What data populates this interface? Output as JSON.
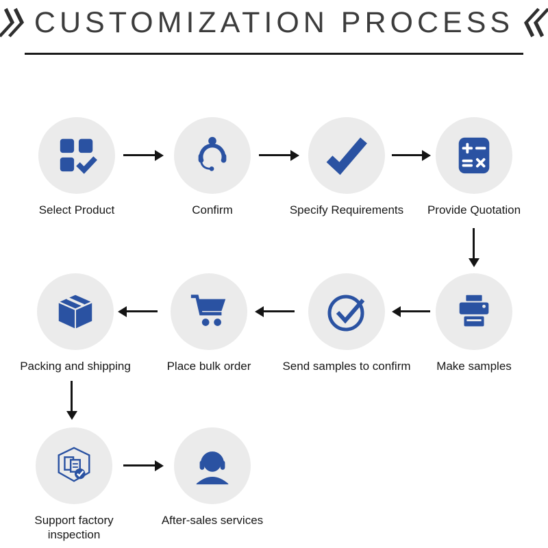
{
  "title": {
    "text": "CUSTOMIZATION PROCESS",
    "left_mark_icon": "double-angle-open-icon",
    "right_mark_icon": "double-angle-close-icon"
  },
  "colors": {
    "accent": "#2a52a2",
    "circleBg": "#ebebeb",
    "arrow": "#141414",
    "titleText": "#3c3c3c",
    "label": "#161616",
    "line": "#1a1a1a"
  },
  "steps": [
    {
      "label": "Select Product",
      "icon": "product-grid-check-icon"
    },
    {
      "label": "Confirm",
      "icon": "customer-service-icon"
    },
    {
      "label": "Specify Requirements",
      "icon": "checkmark-icon"
    },
    {
      "label": "Provide Quotation",
      "icon": "calculator-icon"
    },
    {
      "label": "Make samples",
      "icon": "printer-icon"
    },
    {
      "label": "Send samples to confirm",
      "icon": "circle-check-icon"
    },
    {
      "label": "Place bulk order",
      "icon": "shopping-cart-icon"
    },
    {
      "label": "Packing and shipping",
      "icon": "package-box-icon"
    },
    {
      "label": "Support factory inspection",
      "icon": "factory-inspection-icon"
    },
    {
      "label": "After-sales services",
      "icon": "headset-support-icon"
    }
  ]
}
